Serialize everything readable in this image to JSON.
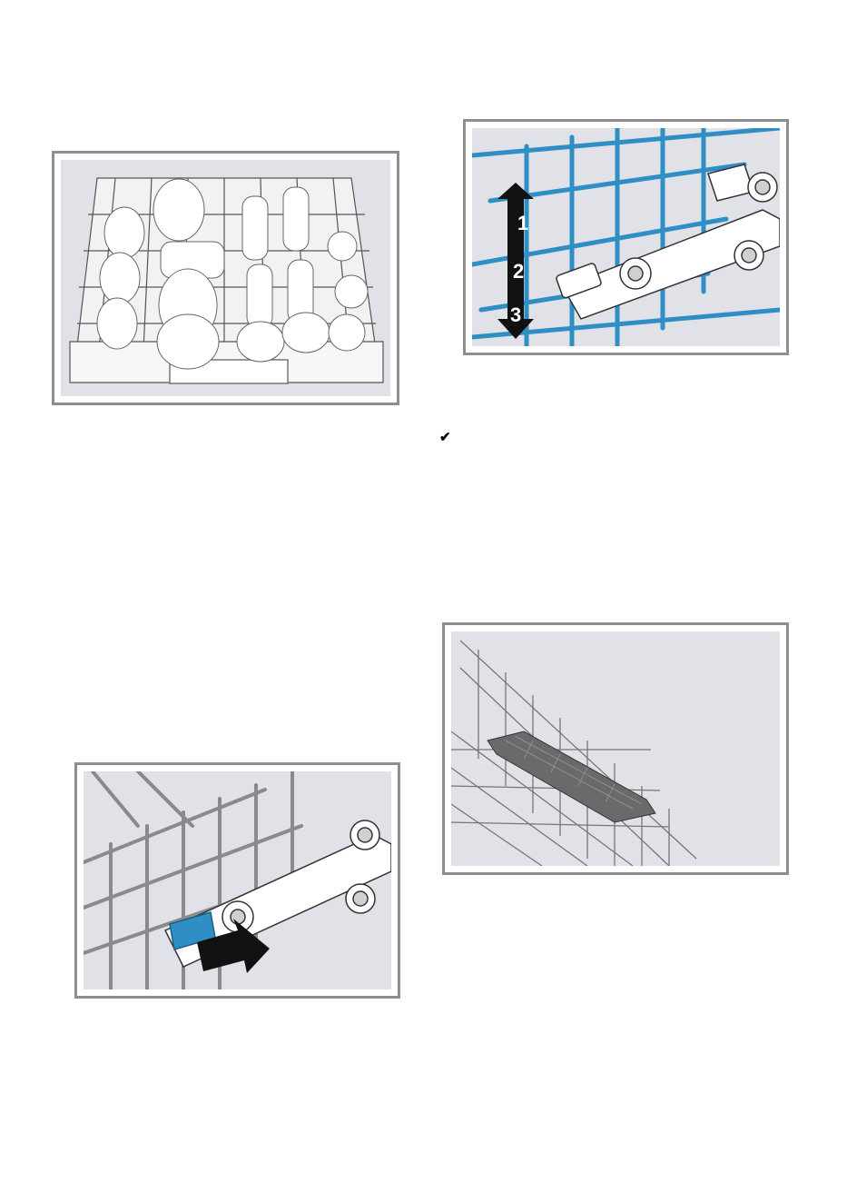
{
  "figures": {
    "rack": {
      "caption": ""
    },
    "height": {
      "levels": [
        "1",
        "2",
        "3"
      ]
    },
    "lever": {
      "caption": ""
    },
    "shelf": {
      "caption": ""
    }
  },
  "checkmark": "✔",
  "colors": {
    "frame_border": "#8e8e8e",
    "illustration_bg": "#e0e2e8",
    "rack_blue": "#2f8fc4",
    "lever_blue": "#2f8fc4",
    "wire_gray": "#8a8a8a"
  }
}
